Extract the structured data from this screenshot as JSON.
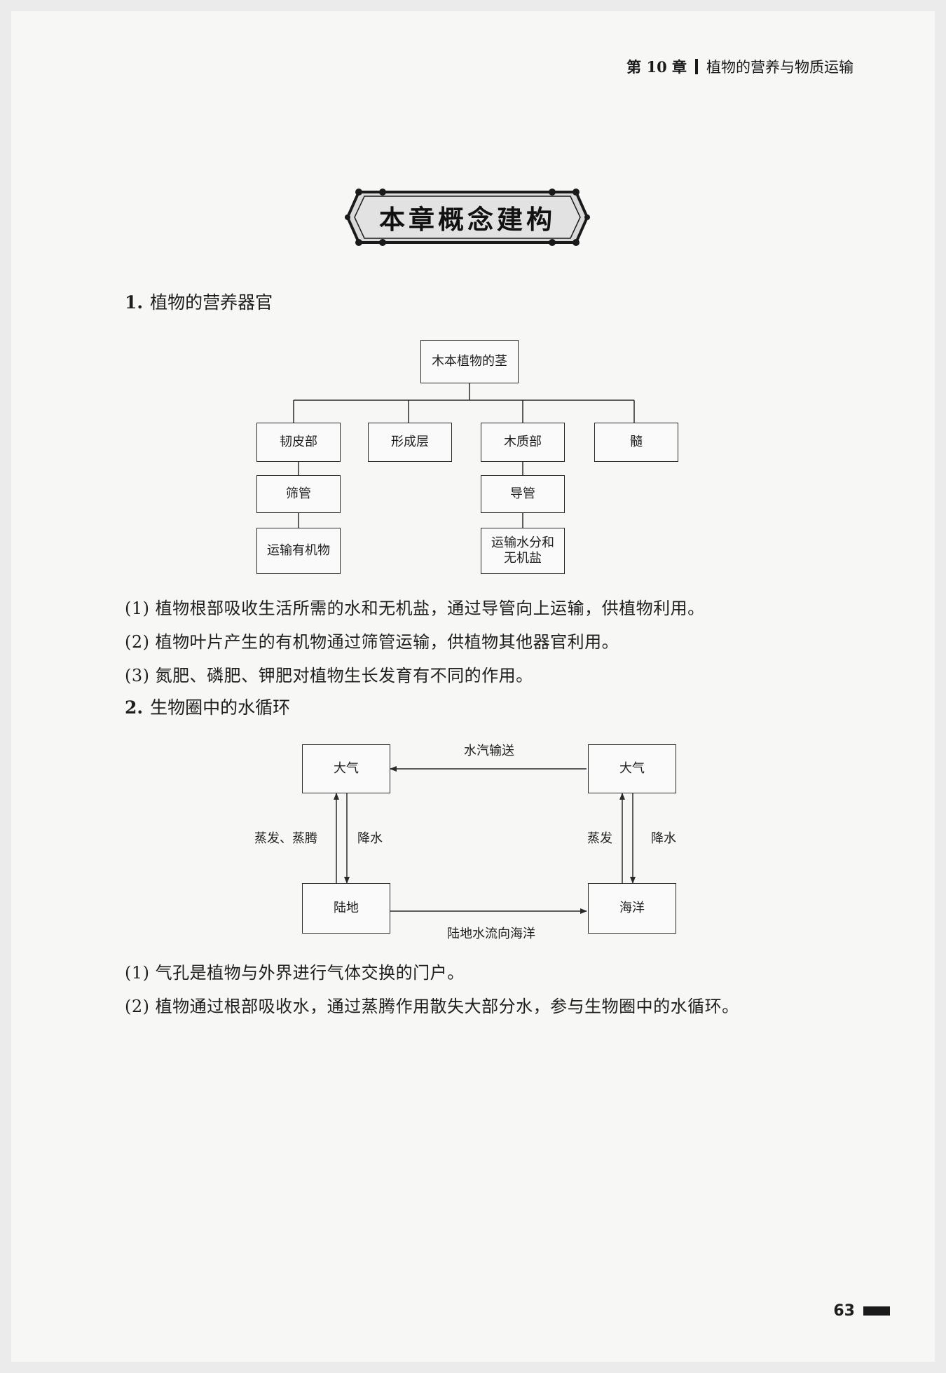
{
  "header": {
    "chapter": "第 10 章",
    "title": "植物的营养与物质运输"
  },
  "banner": {
    "title": "本章概念建构"
  },
  "section1": {
    "number": "1.",
    "title": "植物的营养器官",
    "diagram": {
      "root": "木本植物的茎",
      "parts": [
        "韧皮部",
        "形成层",
        "木质部",
        "髓"
      ],
      "sieve": "筛管",
      "sieve_function": "运输有机物",
      "vessel": "导管",
      "vessel_function_line1": "运输水分和",
      "vessel_function_line2": "无机盐"
    },
    "points": [
      "(1) 植物根部吸收生活所需的水和无机盐，通过导管向上运输，供植物利用。",
      "(2) 植物叶片产生的有机物通过筛管运输，供植物其他器官利用。",
      "(3) 氮肥、磷肥、钾肥对植物生长发育有不同的作用。"
    ]
  },
  "section2": {
    "number": "2.",
    "title": "生物圈中的水循环",
    "diagram": {
      "atmosphere_left": "大气",
      "atmosphere_right": "大气",
      "land": "陆地",
      "ocean": "海洋",
      "vapor_transport": "水汽输送",
      "runoff": "陆地水流向海洋",
      "left_up": "蒸发、蒸腾",
      "left_down": "降水",
      "right_up": "蒸发",
      "right_down": "降水"
    },
    "points": [
      "(1) 气孔是植物与外界进行气体交换的门户。",
      "(2) 植物通过根部吸收水，通过蒸腾作用散失大部分水，参与生物圈中的水循环。"
    ]
  },
  "footer": {
    "page_number": "63"
  }
}
